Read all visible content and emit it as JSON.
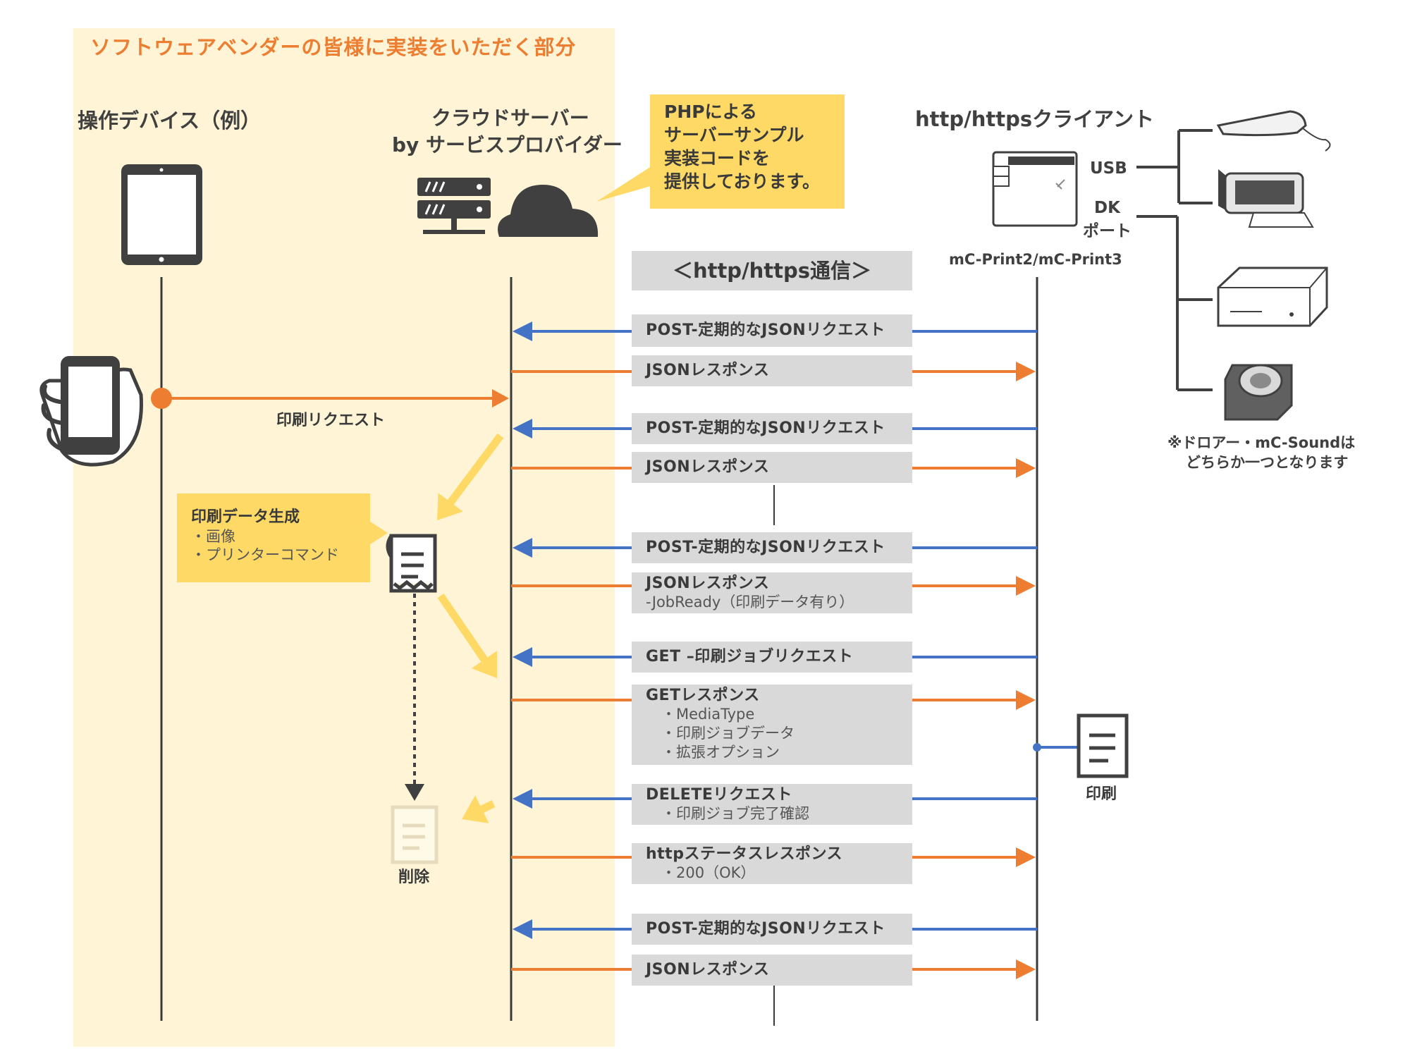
{
  "vendor_area_title": "ソフトウェアベンダーの皆様に実装をいただく部分",
  "lanes": {
    "device": "操作デバイス（例）",
    "cloud_line1": "クラウドサーバー",
    "cloud_line2": "by サービスプロバイダー",
    "client": "http/httpsクライアント"
  },
  "php_callout": [
    "PHPによる",
    "サーバーサンプル",
    "実装コードを",
    "提供しております。"
  ],
  "protocol_header": "＜http/https通信＞",
  "printer_model": "mC-Print2/mC-Print3",
  "ports": {
    "usb": "USB",
    "dk_line1": "DK",
    "dk_line2": "ポート"
  },
  "peripheral_note": [
    "※ドロアー・mC-Soundは",
    "どちらか一つとなります"
  ],
  "print_request": "印刷リクエスト",
  "data_gen": {
    "title": "印刷データ生成",
    "items": [
      "・画像",
      "・プリンターコマンド"
    ]
  },
  "delete_label": "削除",
  "print_label": "印刷",
  "messages": [
    {
      "title": "POST-定期的なJSONリクエスト",
      "sub": [],
      "dir": "to_server"
    },
    {
      "title": "JSONレスポンス",
      "sub": [],
      "dir": "to_client"
    },
    {
      "title": "POST-定期的なJSONリクエスト",
      "sub": [],
      "dir": "to_server"
    },
    {
      "title": "JSONレスポンス",
      "sub": [],
      "dir": "to_client"
    },
    {
      "title": "POST-定期的なJSONリクエスト",
      "sub": [],
      "dir": "to_server"
    },
    {
      "title": "JSONレスポンス",
      "sub": [
        "-JobReady（印刷データ有り）"
      ],
      "dir": "to_client"
    },
    {
      "title": "GET –印刷ジョブリクエスト",
      "sub": [],
      "dir": "to_server"
    },
    {
      "title": "GETレスポンス",
      "sub": [
        "・MediaType",
        "・印刷ジョブデータ",
        "・拡張オプション"
      ],
      "dir": "to_client"
    },
    {
      "title": "DELETEリクエスト",
      "sub": [
        "・印刷ジョブ完了確認"
      ],
      "dir": "to_server"
    },
    {
      "title": "httpステータスレスポンス",
      "sub": [
        "・200（OK）"
      ],
      "dir": "to_client"
    },
    {
      "title": "POST-定期的なJSONリクエスト",
      "sub": [],
      "dir": "to_server"
    },
    {
      "title": "JSONレスポンス",
      "sub": [],
      "dir": "to_client"
    }
  ],
  "colors": {
    "vendor_area": "#fff5d6",
    "vendor_title": "#ed7d31",
    "request_arrow": "#4472c4",
    "response_arrow": "#ed7d31",
    "flow_arrow": "#ffd966",
    "message_box": "#d9d9d9",
    "callout": "#ffd966",
    "icon_dark": "#404040"
  }
}
